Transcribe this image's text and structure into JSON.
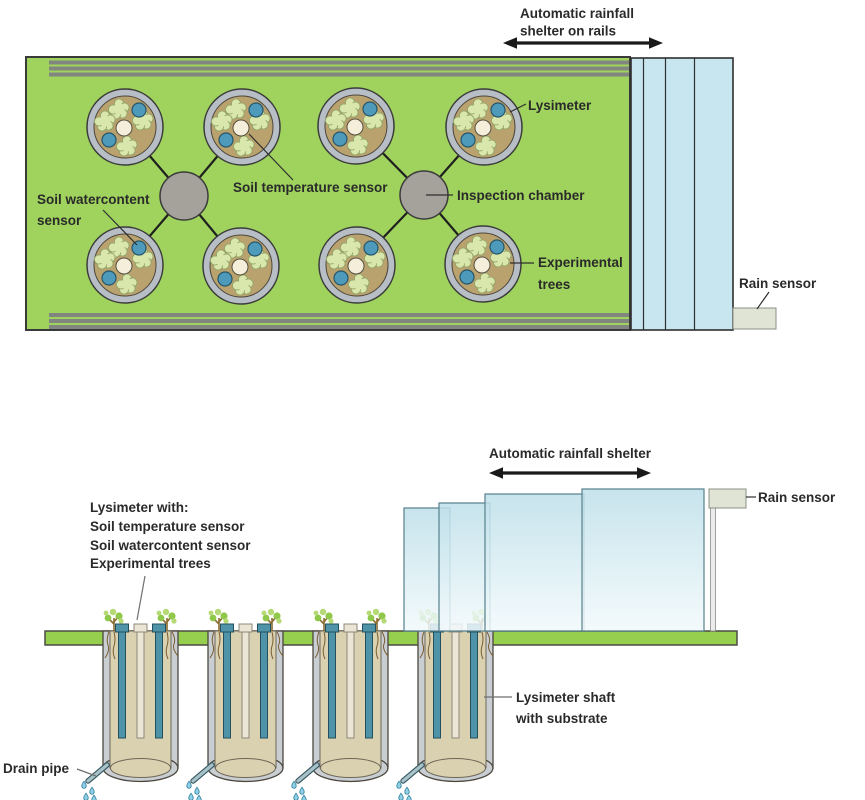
{
  "colors": {
    "field_green": "#9fd35d",
    "rail_gray": "#818780",
    "ring_gray": "#b8bec6",
    "soil_brown": "#b9a26e",
    "tree_blob_green": "#d9e6ac",
    "sensor_blue": "#4e9aba",
    "temp_sensor_cream": "#f4eedb",
    "chamber_gray": "#a5a19b",
    "shelter_blue": "#c8e6ef",
    "rain_sensor_box": "#dfe4d4",
    "ground_green": "#96ce4e",
    "shaft_tan": "#dad1b1",
    "shaft_wall_gray": "#c9ced3",
    "rod_blue": "#4f93a8",
    "rod_cream": "#eae5d4",
    "water_drop_blue": "#8ed0e6",
    "label_text": "#2a2a2a"
  },
  "top_view": {
    "arrow_label_line1": "Automatic rainfall",
    "arrow_label_line2": "shelter on rails",
    "labels": {
      "lysimeter": "Lysimeter",
      "soil_temperature_sensor": "Soil temperature sensor",
      "inspection_chamber": "Inspection chamber",
      "soil_watercontent_line1": "Soil watercontent",
      "soil_watercontent_line2": "sensor",
      "experimental_trees_line1": "Experimental",
      "experimental_trees_line2": "trees",
      "rain_sensor": "Rain sensor"
    },
    "lysimeter_count": 8,
    "inspection_chamber_count": 2,
    "shelter_panel_count": 4
  },
  "side_view": {
    "arrow_label": "Automatic rainfall shelter",
    "labels": {
      "lysimeter_with_line1": "Lysimeter with:",
      "lysimeter_with_line2": "Soil temperature sensor",
      "lysimeter_with_line3": "Soil watercontent sensor",
      "lysimeter_with_line4": "Experimental trees",
      "rain_sensor": "Rain sensor",
      "lysimeter_shaft_line1": "Lysimeter shaft",
      "lysimeter_shaft_line2": "with substrate",
      "drain_pipe": "Drain pipe"
    },
    "lysimeter_shaft_count": 4,
    "shelter_panel_count": 4
  }
}
